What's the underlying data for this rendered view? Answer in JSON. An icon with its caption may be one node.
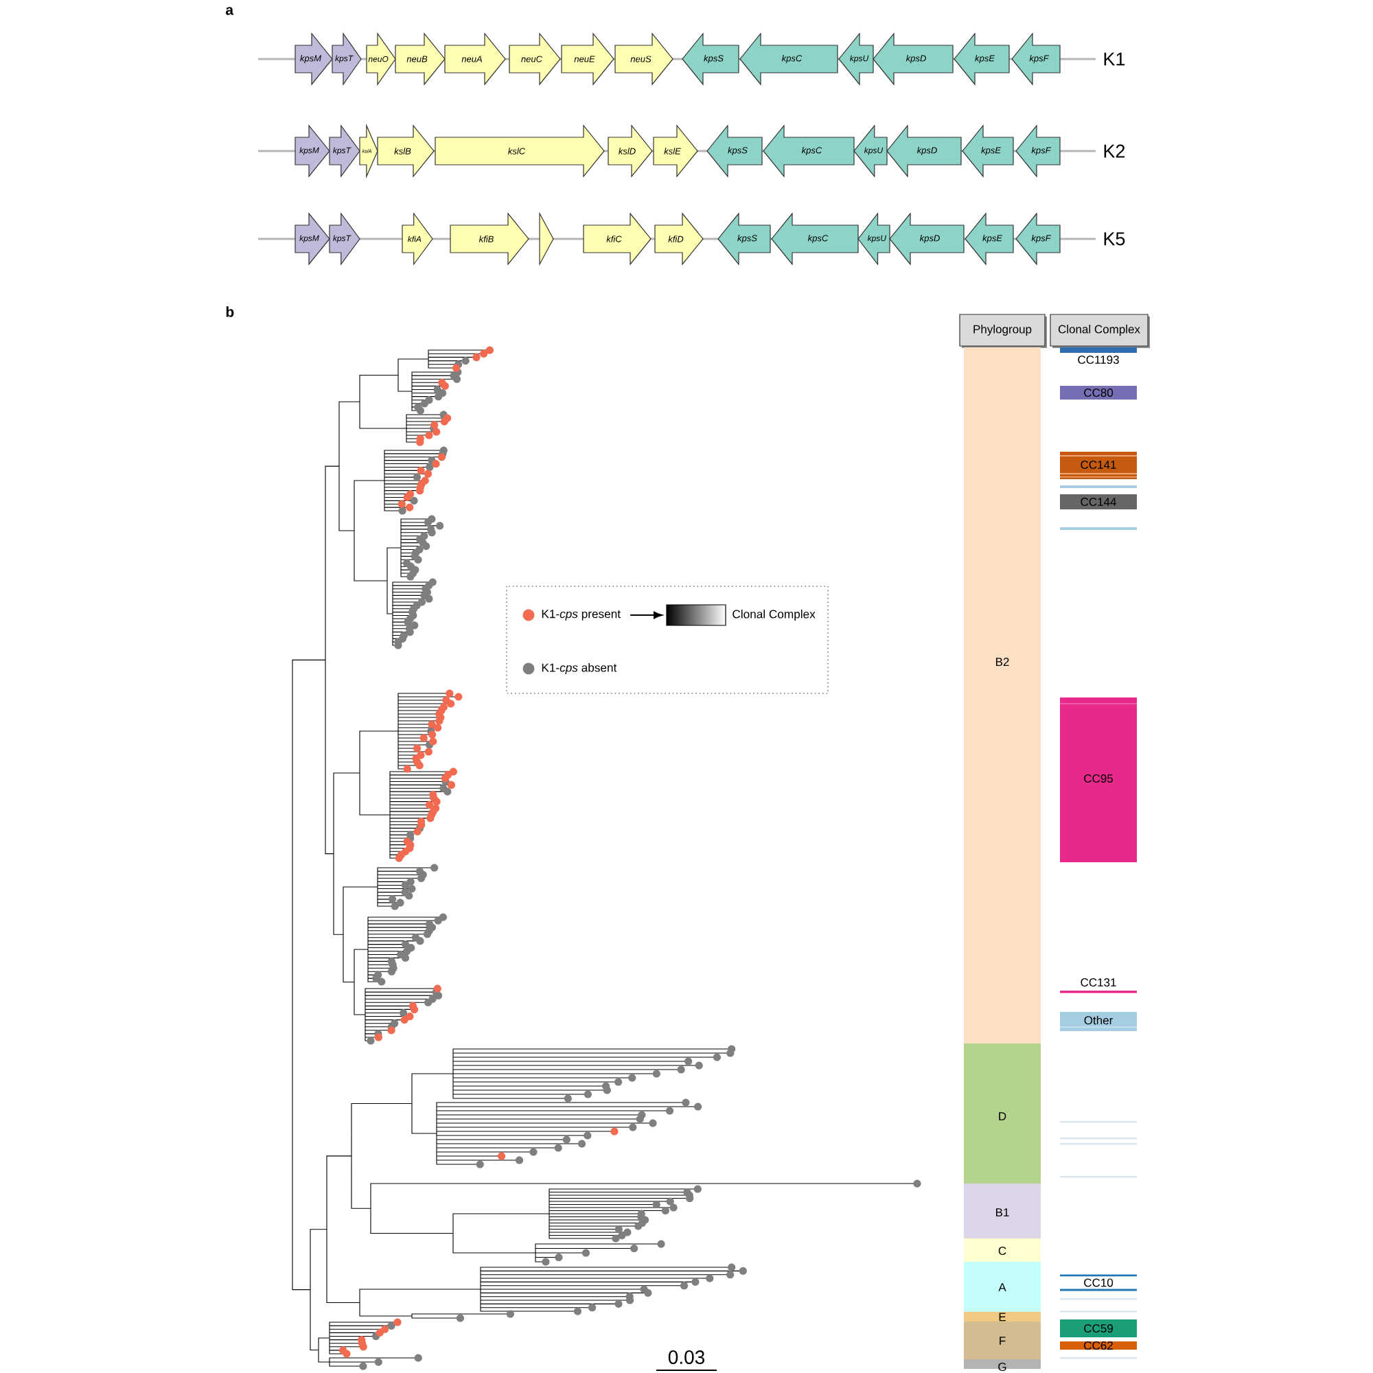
{
  "diagram": {
    "nodes": [
      {
        "text": [
          "kpsM"
        ]
      },
      {
        "text": [
          "kpsT"
        ]
      },
      {
        "text": [
          "neuO"
        ]
      },
      {
        "text": [
          "neuB"
        ]
      },
      {
        "text": [
          "neuA"
        ]
      },
      {
        "text": [
          "neuC"
        ]
      },
      {
        "text": [
          "neuE"
        ]
      },
      {
        "text": [
          "neuS"
        ]
      },
      {
        "text": [
          "kpsS"
        ]
      },
      {
        "text": [
          "kpsC"
        ]
      },
      {
        "text": [
          "kpsU"
        ]
      },
      {
        "text": [
          "kpsD"
        ]
      },
      {
        "text": [
          "kpsE"
        ]
      },
      {
        "text": [
          "kpsF"
        ]
      },
      {
        "text": [
          "kpsM"
        ]
      },
      {
        "text": [
          "kpsT"
        ]
      },
      {
        "text": [
          "kslA"
        ]
      },
      {
        "text": [
          "kslB"
        ]
      },
      {
        "text": [
          "kslC"
        ]
      },
      {
        "text": [
          "kslD"
        ]
      },
      {
        "text": [
          "kslE"
        ]
      },
      {
        "text": [
          "kpsS"
        ]
      },
      {
        "text": [
          "kpsC"
        ]
      },
      {
        "text": [
          "kpsU"
        ]
      },
      {
        "text": [
          "kpsD"
        ]
      },
      {
        "text": [
          "kpsE"
        ]
      },
      {
        "text": [
          "kpsF"
        ]
      },
      {
        "text": [
          "kpsM"
        ]
      },
      {
        "text": [
          "kpsT"
        ]
      },
      {
        "text": [
          "kfiA"
        ]
      },
      {
        "text": [
          "kfiB"
        ]
      },
      {
        "text": [],
        "shape": "triangle"
      },
      {
        "text": [
          "kfiC"
        ]
      },
      {
        "text": [
          "kfiD"
        ]
      },
      {
        "text": [
          "kpsS"
        ]
      },
      {
        "text": [
          "kpsC"
        ]
      },
      {
        "text": [
          "kpsU"
        ]
      },
      {
        "text": [
          "kpsD"
        ]
      },
      {
        "text": [
          "kpsE"
        ]
      },
      {
        "text": [
          "kpsF"
        ]
      },
      {
        "text": [
          "Phylogroup"
        ]
      },
      {
        "text": [
          "Clonal Complex"
        ]
      },
      {
        "text": [
          "B2"
        ]
      },
      {
        "text": [
          "D"
        ]
      },
      {
        "text": [
          "B1"
        ]
      },
      {
        "text": [
          "C"
        ]
      },
      {
        "text": [
          "A"
        ]
      },
      {
        "text": [
          "E"
        ]
      },
      {
        "text": [
          "F"
        ]
      },
      {
        "text": [
          "G"
        ]
      },
      {
        "text": [
          "CC1193"
        ]
      },
      {
        "text": [
          "CC80"
        ]
      },
      {
        "text": [
          "CC141"
        ]
      },
      {
        "text": [],
        "shape": "bar"
      },
      {
        "text": [
          "CC144"
        ]
      },
      {
        "text": [],
        "shape": "bar"
      },
      {
        "text": [
          "CC95"
        ]
      },
      {
        "text": [
          "CC131"
        ]
      },
      {
        "text": [
          "Other"
        ]
      },
      {
        "text": [],
        "shape": "bar"
      },
      {
        "text": [],
        "shape": "bar"
      },
      {
        "text": [],
        "shape": "bar"
      },
      {
        "text": [],
        "shape": "bar"
      },
      {
        "text": [
          "CC10"
        ]
      },
      {
        "text": [],
        "shape": "bar"
      },
      {
        "text": [],
        "shape": "bar"
      },
      {
        "text": [
          "CC59"
        ]
      },
      {
        "text": [
          "CC62"
        ]
      },
      {
        "text": [],
        "shape": "bar"
      }
    ],
    "labels": [
      "a",
      "K1",
      "K2",
      "K5",
      "b",
      "0.03"
    ],
    "legend": [
      {
        "text": "K1-*cps* present",
        "color": "#f26a4f"
      },
      {
        "text": "Clonal Complex"
      },
      {
        "text": "K1-*cps* absent",
        "color": "#7f7f7f"
      }
    ]
  }
}
